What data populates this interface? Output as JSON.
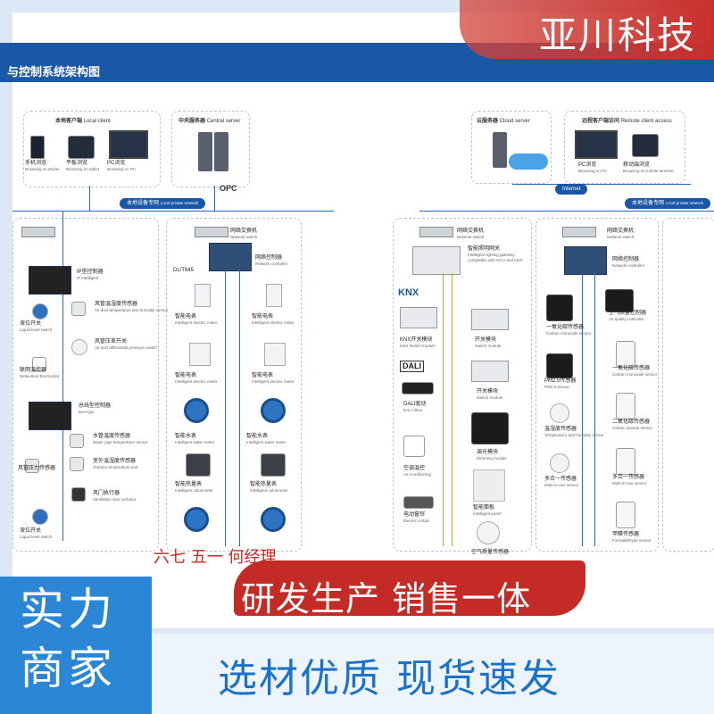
{
  "brand": {
    "name": "亚川科技"
  },
  "diagram": {
    "title": "与控制系统架构图",
    "panels": {
      "local_client": {
        "title": "本地客户端",
        "title_en": "Local client"
      },
      "central_server": {
        "title": "中央服务器",
        "title_en": "Central server"
      },
      "cloud_server": {
        "title": "云服务器",
        "title_en": "Cloud server"
      },
      "remote_client": {
        "title": "远程客户端访问",
        "title_en": "Remote client access"
      }
    },
    "devices": {
      "phone": {
        "cn": "手机浏览",
        "en": "Browsing on phone"
      },
      "tablet": {
        "cn": "平板浏览",
        "en": "Browsing on tablet"
      },
      "pc": {
        "cn": "PC浏览",
        "en": "Browsing on PC"
      },
      "remote_pc": {
        "cn": "PC浏览",
        "en": "Browsing on PC"
      },
      "mobile_terminal": {
        "cn": "移动端浏览",
        "en": "Browsing on mobile terminal"
      }
    },
    "networks": {
      "local_private": "本地设备专网",
      "local_private_en": "Local private network",
      "internet": "Internet",
      "local_private_right": "本地设备专网",
      "local_private_right_en": "Local private network"
    },
    "switch": {
      "cn": "网络交换机",
      "en": "Network switch"
    },
    "controller": {
      "cn": "网络控制器",
      "en": "Network controller"
    },
    "protocol": "DL/T645",
    "ip_controller": {
      "cn": "IP型控制器",
      "en": "IP intelligent"
    },
    "bus_controller": {
      "cn": "总线型控制器",
      "en": "Bus-type"
    },
    "left_items": [
      {
        "cn": "液位开关",
        "en": "Liquid level switch"
      },
      {
        "cn": "风管温湿度传感器",
        "en": "Air duct temperature and humidity sensor"
      },
      {
        "cn": "风管压差开关",
        "en": "Air duct differential pressure switch"
      },
      {
        "cn": "联网温控器",
        "en": "Networked thermostat"
      },
      {
        "cn": "水管温度传感器",
        "en": "Water pipe temperature sensor"
      },
      {
        "cn": "室外温湿度传感器",
        "en": "Outdoor temperature and"
      },
      {
        "cn": "风管压力传感器",
        "en": ""
      },
      {
        "cn": "风门执行器",
        "en": "Ventilation door actuator"
      },
      {
        "cn": "液位开关",
        "en": "Liquid level switch"
      }
    ],
    "meters": [
      {
        "cn": "智能电表",
        "en": "Intelligent electric meter"
      },
      {
        "cn": "智能电表",
        "en": "Intelligent electric meter"
      },
      {
        "cn": "智能水表",
        "en": "Intelligent water meter"
      },
      {
        "cn": "智能热量表",
        "en": "Intelligent calorimeter"
      },
      {
        "cn": "智能水表",
        "en": ""
      }
    ],
    "lighting": {
      "gateway": {
        "cn": "智能照明网关",
        "en": "Intelligent lighting gateway compatible with DALI and KNX"
      },
      "knx_module": {
        "cn": "KNX开关模块",
        "en": "KNX Switch module"
      },
      "dali_drive": {
        "cn": "DALI驱动",
        "en": "DALI drive"
      },
      "ac": {
        "cn": "空调温控",
        "en": "Air-conditioning"
      },
      "curtain": {
        "cn": "电动窗帘",
        "en": "Electric curtain"
      },
      "switch_module": {
        "cn": "开关模块",
        "en": "Switch module"
      },
      "switch_module2": {
        "cn": "开关模块",
        "en": "Switch module"
      },
      "dimming": {
        "cn": "调光模块",
        "en": "Dimming module"
      },
      "panel": {
        "cn": "智能面板",
        "en": "Intelligent panel"
      },
      "aq_sensor": {
        "cn": "空气质量传感器",
        "en": ""
      },
      "knx_logo": "KNX",
      "dali_logo": "DALI"
    },
    "air": {
      "controller": {
        "cn": "空气质量控制器",
        "en": "Air quality controller"
      },
      "co": {
        "cn": "一氧化碳传感器",
        "en": "Carbon monoxide sensor"
      },
      "co_right": {
        "cn": "一氧化碳传感器",
        "en": "Carbon monoxide sensor"
      },
      "pm25": {
        "cn": "PM2.5传感器",
        "en": "PM2.5 sensor"
      },
      "co2": {
        "cn": "二氧化碳传感器",
        "en": "Carbon dioxide sensor"
      },
      "th": {
        "cn": "温湿度传感器",
        "en": "Temperature and humidity sensor"
      },
      "multi": {
        "cn": "多合一传感器",
        "en": "Multi-in-one sensor"
      },
      "multi_right": {
        "cn": "多合一传感器",
        "en": "Multi-in-one sensor"
      },
      "hcho": {
        "cn": "甲醛传感器",
        "en": "Formaldehyde sensor"
      }
    }
  },
  "slogans": {
    "red_overlay": "六七     五一   何经理",
    "ribbon": "研发生产 销售一体",
    "badge": "实力商家",
    "bottom": "选材优质 现货速发"
  },
  "colors": {
    "brand_red": "#c9302c",
    "title_blue": "#1a57a6",
    "slogan_blue": "#1c72c9"
  }
}
